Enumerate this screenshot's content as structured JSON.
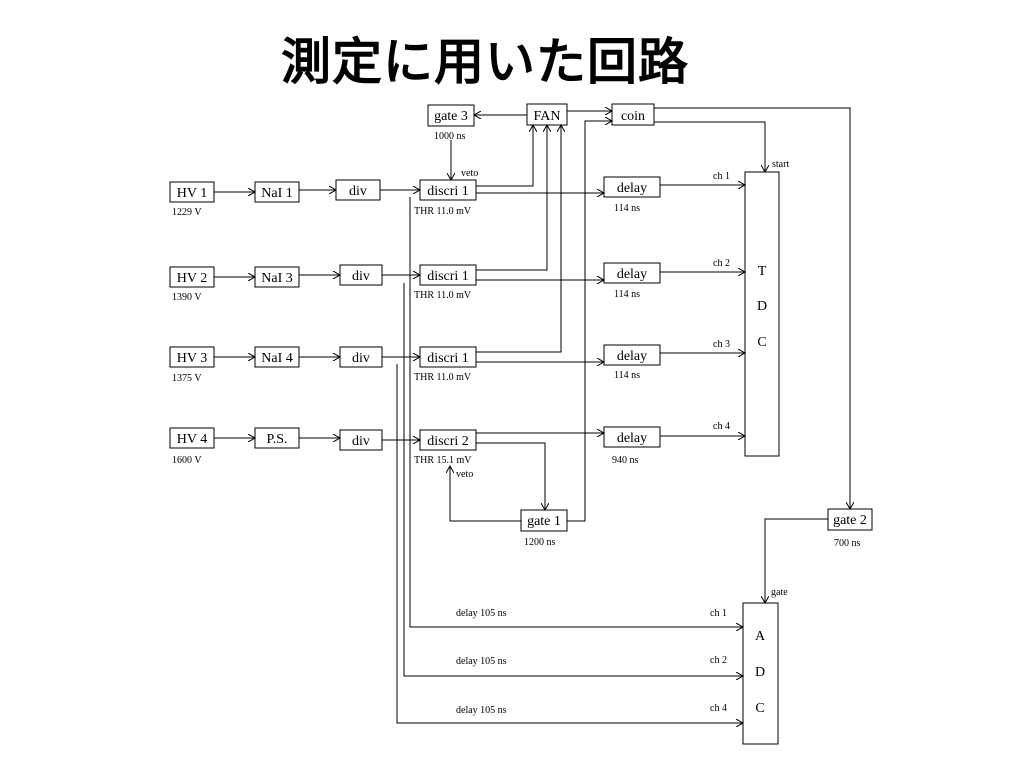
{
  "title": "測定に用いた回路",
  "boxes": {
    "hv1": "HV 1",
    "hv2": "HV 2",
    "hv3": "HV 3",
    "hv4": "HV 4",
    "nai1": "NaI 1",
    "nai3": "NaI 3",
    "nai4": "NaI 4",
    "ps": "P.S.",
    "div": "div",
    "discri1": "discri 1",
    "discri2": "discri 2",
    "delay": "delay",
    "gate3": "gate 3",
    "fan": "FAN",
    "coin": "coin",
    "gate1": "gate 1",
    "gate2": "gate 2"
  },
  "voltages": {
    "hv1": "1229 V",
    "hv2": "1390 V",
    "hv3": "1375 V",
    "hv4": "1600 V"
  },
  "thresholds": {
    "row1": "THR 11.0 mV",
    "row2": "THR 11.0 mV",
    "row3": "THR 11.0 mV",
    "row4": "THR 15.1 mV"
  },
  "delays": {
    "row1": "114 ns",
    "row2": "114 ns",
    "row3": "114 ns",
    "row4": "940 ns"
  },
  "gate_widths": {
    "gate3": "1000 ns",
    "gate1": "1200 ns",
    "gate2": "700 ns"
  },
  "veto_label": "veto",
  "tdc": {
    "letters": [
      "T",
      "D",
      "C"
    ],
    "start_label": "start",
    "channels": [
      "ch 1",
      "ch 2",
      "ch 3",
      "ch 4"
    ]
  },
  "adc": {
    "letters": [
      "A",
      "D",
      "C"
    ],
    "gate_label": "gate",
    "channels": [
      "ch 1",
      "ch 2",
      "ch 4"
    ],
    "delay_labels": [
      "delay 105 ns",
      "delay 105 ns",
      "delay 105 ns"
    ]
  }
}
